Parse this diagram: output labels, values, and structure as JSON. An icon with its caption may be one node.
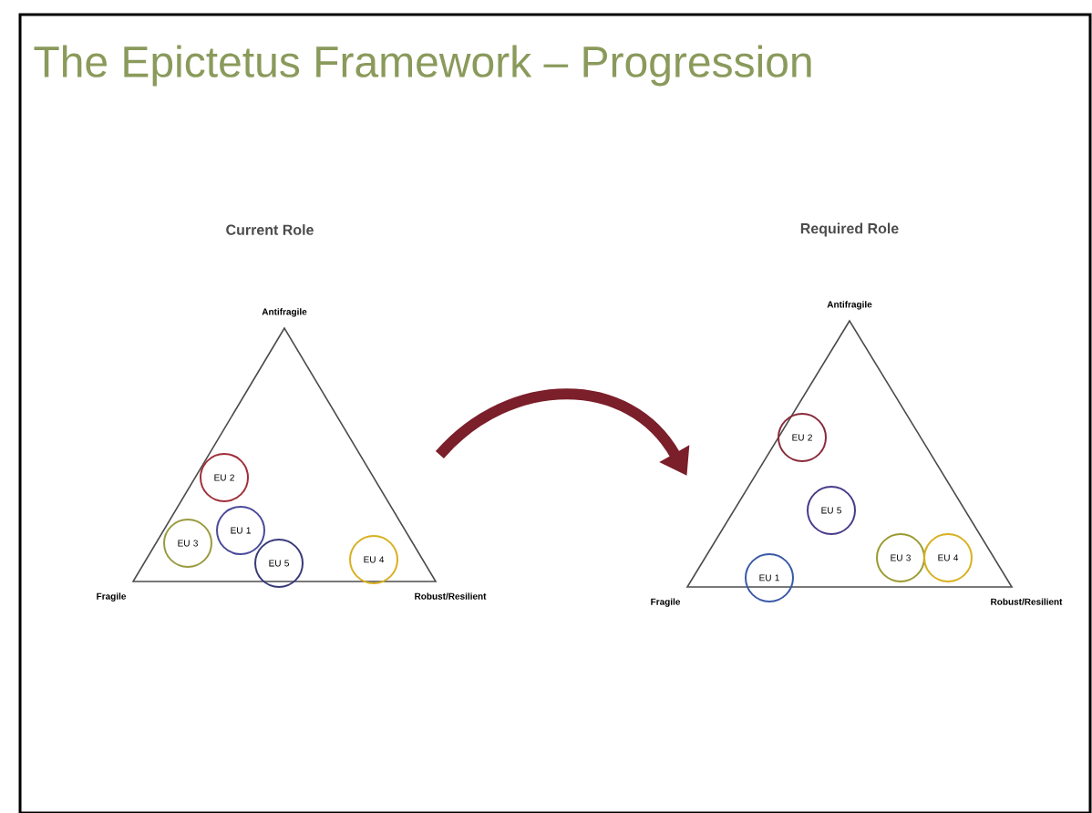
{
  "diagram": {
    "title": "The Epictetus Framework – Progression",
    "nodes": [
      {
        "text": [
          "Antifragile",
          "Fragile",
          "Robust/Resilient"
        ]
      },
      {
        "text": [
          "EU 2"
        ],
        "in": 0
      },
      {
        "text": [
          "EU 3"
        ],
        "in": 0
      },
      {
        "text": [
          "EU 1"
        ],
        "in": 0
      },
      {
        "text": [
          "EU 5"
        ],
        "in": 0
      },
      {
        "text": [
          "EU 4"
        ],
        "in": 0
      },
      {
        "text": [
          "Antifragile",
          "Fragile",
          "Robust/Resilient"
        ]
      },
      {
        "text": [
          "EU 2"
        ],
        "in": 6
      },
      {
        "text": [
          "EU 5"
        ],
        "in": 6
      },
      {
        "text": [
          "EU 1"
        ],
        "in": 6
      },
      {
        "text": [
          "EU 3"
        ],
        "in": 6
      },
      {
        "text": [
          "EU 4"
        ],
        "in": 6
      }
    ],
    "edges": [
      {
        "from": 0,
        "to": 6,
        "arrow": "to",
        "color": "#7b1f2a"
      }
    ],
    "labels": [
      "Current Role",
      "Required Role"
    ]
  }
}
